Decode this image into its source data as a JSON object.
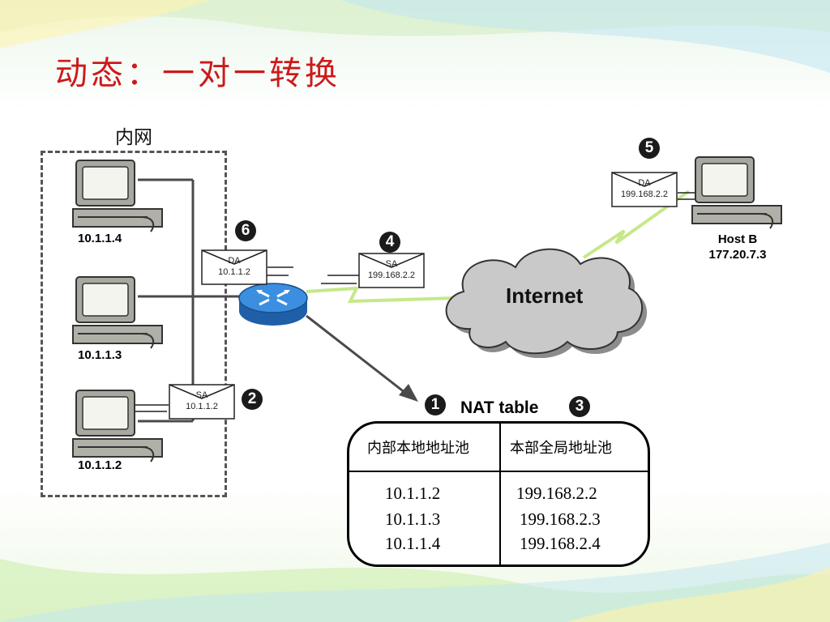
{
  "title": "动态：一对一转换",
  "inner_network_label": "内网",
  "hosts": [
    {
      "ip": "10.1.1.4"
    },
    {
      "ip": "10.1.1.3"
    },
    {
      "ip": "10.1.1.2"
    }
  ],
  "host_b": {
    "name": "Host B",
    "ip": "177.20.7.3"
  },
  "internet_label": "Internet",
  "steps": [
    "1",
    "2",
    "3",
    "4",
    "5",
    "6"
  ],
  "packets": {
    "p2": {
      "field": "SA",
      "addr": "10.1.1.2"
    },
    "p4": {
      "field": "SA",
      "addr": "199.168.2.2"
    },
    "p5": {
      "field": "DA",
      "addr": "199.168.2.2"
    },
    "p6": {
      "field": "DA",
      "addr": "10.1.1.2"
    }
  },
  "nat_table": {
    "caption": "NAT table",
    "headers": [
      "内部本地地址池",
      "本部全局地址池"
    ],
    "rows": [
      [
        "10.1.1.2",
        "199.168.2.2"
      ],
      [
        "10.1.1.3",
        "199.168.2.3"
      ],
      [
        "10.1.1.4",
        "199.168.2.4"
      ]
    ]
  },
  "colors": {
    "title": "#cc1a1a",
    "router": "#2f7fd0",
    "cloud": "#c9c9c9",
    "link_green": "#c6e88a"
  }
}
